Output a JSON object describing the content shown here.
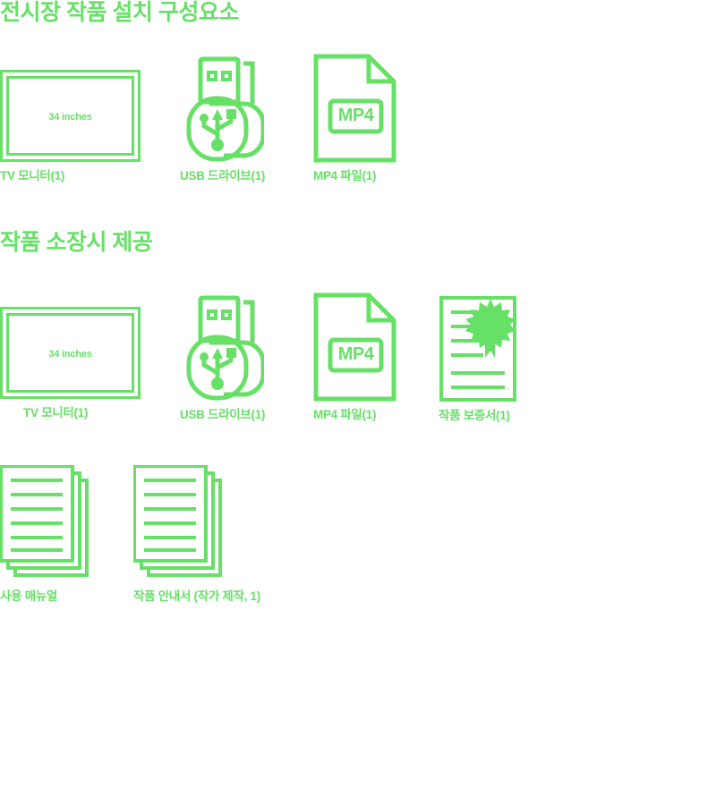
{
  "meta": {
    "accent_color": "#66e066",
    "background_color": "#ffffff"
  },
  "sections": [
    {
      "id": "exhibition-installation",
      "title": "전시장 작품 설치 구성요소",
      "items": [
        {
          "id": "tv-monitor",
          "icon": "tv-monitor-icon",
          "label": "TV 모니터(1)",
          "screen_text": "34 inches"
        },
        {
          "id": "usb-drive",
          "icon": "usb-drive-icon",
          "label": "USB 드라이브(1)"
        },
        {
          "id": "mp4-file",
          "icon": "mp4-file-icon",
          "label": "MP4 파일(1)",
          "badge_text": "MP4"
        }
      ]
    },
    {
      "id": "collection-provided",
      "title": "작품 소장시 제공",
      "items": [
        {
          "id": "tv-monitor",
          "icon": "tv-monitor-icon",
          "label": "TV 모니터(1)",
          "screen_text": "34 inches"
        },
        {
          "id": "usb-drive",
          "icon": "usb-drive-icon",
          "label": "USB 드라이브(1)"
        },
        {
          "id": "mp4-file",
          "icon": "mp4-file-icon",
          "label": "MP4 파일(1)",
          "badge_text": "MP4"
        },
        {
          "id": "certificate",
          "icon": "certificate-icon",
          "label": "작품 보증서(1)"
        },
        {
          "id": "user-manual",
          "icon": "document-stack-icon",
          "label": "사용 매뉴얼"
        },
        {
          "id": "artwork-guide",
          "icon": "document-stack-icon",
          "label": "작품 안내서 (작가 제작, 1)"
        }
      ]
    }
  ]
}
